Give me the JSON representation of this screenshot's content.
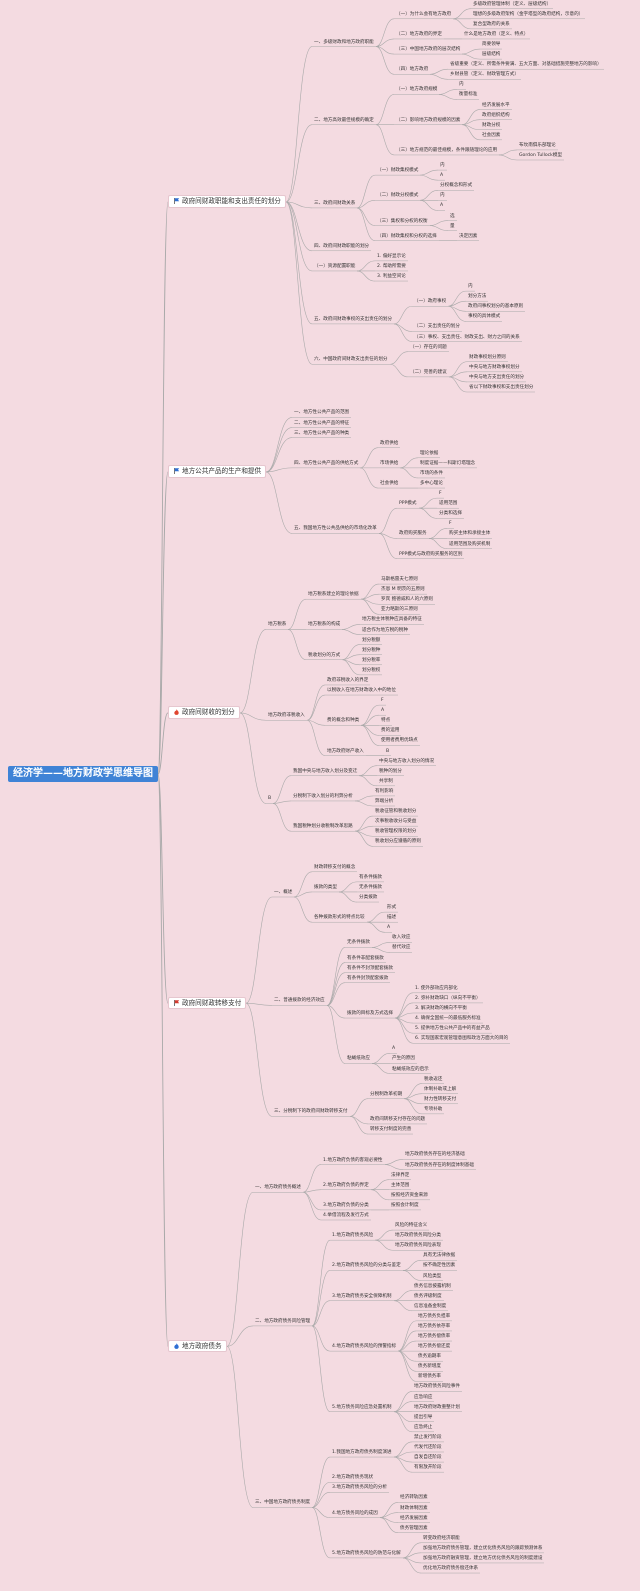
{
  "colors": {
    "background": "#f4dbe1",
    "root": "#3f83d6",
    "line": "#a9a9a9",
    "flag_blue": "#2f6fd3",
    "flag_red": "#d33a2f",
    "fire_red": "#e0452f"
  },
  "mindmap": {
    "label": "经济学——地方财政学思维导图",
    "children": [
      {
        "label": "政府间财政职能和支出责任的划分",
        "icon": "blue-flag-icon",
        "children": [
          {
            "label": "一、多级财政和地方政府职能",
            "children": [
              {
                "label": "（一）为什么会有地方政府",
                "children": [
                  {
                    "label": "多级政府管理体制（定义、层级结构）"
                  },
                  {
                    "label": "理想的多级政府架构（金字塔型的政府结构，示意的）"
                  },
                  {
                    "label": "复合型政府的关系"
                  }
                ]
              },
              {
                "label": "（二）地方政府的界定",
                "children": [
                  {
                    "label": "什么是地方政府（定义、特点）"
                  }
                ]
              },
              {
                "label": "（三）中国地方政府的层次结构",
                "children": [
                  {
                    "label": "简要领导"
                  },
                  {
                    "label": "层级结构"
                  }
                ]
              },
              {
                "label": "（四）地方政府",
                "children": [
                  {
                    "label": "省级重要（定义、所需条件要满、五大方面、对基础措施完整地方的影响）"
                  },
                  {
                    "label": "乡财县管（定义、财政管理方式）"
                  }
                ]
              }
            ]
          },
          {
            "label": "二、地方高效最佳规模的确定",
            "children": [
              {
                "label": "（一）地方政府规模",
                "children": [
                  {
                    "label": "内"
                  },
                  {
                    "label": "衡量标准"
                  }
                ]
              },
              {
                "label": "（二）影响地方政府规模的因素",
                "children": [
                  {
                    "label": "经济发展水平"
                  },
                  {
                    "label": "政府组织结构"
                  },
                  {
                    "label": "财政分权"
                  },
                  {
                    "label": "社会因素"
                  }
                ]
              },
              {
                "label": "（三）地方规范的最佳规模，条件跟随理论的应用",
                "children": [
                  {
                    "label": "布坎南俱乐部理论"
                  },
                  {
                    "label": "Gordon Tullock模型"
                  }
                ]
              }
            ]
          },
          {
            "label": "三、政府间财政关系",
            "children": [
              {
                "label": "（一）财政集权模式",
                "children": [
                  {
                    "label": "内"
                  },
                  {
                    "label": "A"
                  }
                ]
              },
              {
                "label": "（二）财政分权模式",
                "children": [
                  {
                    "label": "分权概念和形式"
                  },
                  {
                    "label": "内"
                  },
                  {
                    "label": "A"
                  }
                ]
              },
              {
                "label": "（三）集权和分权的权衡",
                "children": [
                  {
                    "label": "选"
                  },
                  {
                    "label": "量"
                  }
                ]
              },
              {
                "label": "（四）财政集权和分权的选择",
                "children": [
                  {
                    "label": "决定因素"
                  }
                ]
              }
            ]
          },
          {
            "label": "四、政府间财政职能的划分"
          },
          {
            "label": "（一）资源配置职能",
            "children": [
              {
                "label": "1. 偏好显示论"
              },
              {
                "label": "2. 帮助所需要"
              },
              {
                "label": "3. 利益空间论"
              }
            ]
          },
          {
            "label": "五、政府间财政事权的支出责任的划分",
            "children": [
              {
                "label": "（一）政府事权",
                "children": [
                  {
                    "label": "内"
                  },
                  {
                    "label": "划分方法"
                  },
                  {
                    "label": "政府间事权划分的基本原则"
                  },
                  {
                    "label": "事权的具体模式"
                  }
                ]
              },
              {
                "label": "（二）支出责任的划分"
              },
              {
                "label": "（三）事权、支出责任、财政支出、财力之间的关系"
              }
            ]
          },
          {
            "label": "六、中国政府间财政支出责任的划分",
            "children": [
              {
                "label": "（一）存在的问题"
              },
              {
                "label": "（二）完善的建议",
                "children": [
                  {
                    "label": "财政事权划分原则"
                  },
                  {
                    "label": "中央与地方财政事权划分"
                  },
                  {
                    "label": "中央与地方支出责任的划分"
                  },
                  {
                    "label": "省以下财政事权和支出责任划分"
                  }
                ]
              }
            ]
          }
        ]
      },
      {
        "label": "地方公共产品的生产和提供",
        "icon": "blue-flag-icon",
        "children": [
          {
            "label": "一、地方性公共产品的范围"
          },
          {
            "label": "二、地方性公共产品的特征"
          },
          {
            "label": "三、地方性公共产品的种类"
          },
          {
            "label": "四、地方性公共产品的供给方式",
            "children": [
              {
                "label": "政府供给"
              },
              {
                "label": "市场供给",
                "children": [
                  {
                    "label": "理论依据"
                  },
                  {
                    "label": "制度证据——科斯灯塔理念"
                  },
                  {
                    "label": "市场的条件"
                  }
                ]
              },
              {
                "label": "社会供给",
                "children": [
                  {
                    "label": "多中心理论"
                  }
                ]
              }
            ]
          },
          {
            "label": "五、我国地方性公共品供给的市场化改革",
            "children": [
              {
                "label": "PPP模式",
                "children": [
                  {
                    "label": "F"
                  },
                  {
                    "label": "适用范围"
                  },
                  {
                    "label": "分类和选择"
                  }
                ]
              },
              {
                "label": "政府购买服务",
                "children": [
                  {
                    "label": "F"
                  },
                  {
                    "label": "购买主体和承接主体"
                  },
                  {
                    "label": "适用范围及购买机制"
                  }
                ]
              },
              {
                "label": "PPP模式与政府购买服务的区别"
              }
            ]
          }
        ]
      },
      {
        "label": "政府间财收的划分",
        "icon": "fire-icon",
        "children": [
          {
            "label": "地方税系",
            "children": [
              {
                "label": "地方税系建立的理论依据",
                "children": [
                  {
                    "label": "马斯格雷夫七原则"
                  },
                  {
                    "label": "杰恩 M 明茨的五原则"
                  },
                  {
                    "label": "罗宾 鲍德威和人的六原则"
                  },
                  {
                    "label": "亚力略斯的三原则"
                  }
                ]
              },
              {
                "label": "地方税系的构成",
                "children": [
                  {
                    "label": "地方税主体税种应具备的特征"
                  },
                  {
                    "label": "适合作为地方税的税种"
                  }
                ]
              },
              {
                "label": "税收划分的方式",
                "children": [
                  {
                    "label": "划分税额"
                  },
                  {
                    "label": "划分税种"
                  },
                  {
                    "label": "划分税率"
                  },
                  {
                    "label": "划分税权"
                  }
                ]
              }
            ]
          },
          {
            "label": "地方政府非税收入",
            "children": [
              {
                "label": "政府非税收入的界定"
              },
              {
                "label": "以税收入在地方财政收入中的地位"
              },
              {
                "label": "费的概念和种类",
                "children": [
                  {
                    "label": "F"
                  },
                  {
                    "label": "A"
                  },
                  {
                    "label": "特点"
                  },
                  {
                    "label": "费的运用"
                  },
                  {
                    "label": "使用者费用优缺点"
                  }
                ]
              },
              {
                "label": "地方政府财产收入",
                "children": [
                  {
                    "label": "B"
                  }
                ]
              }
            ]
          },
          {
            "label": "B",
            "children": [
              {
                "label": "我国中央与地方收入划分及变迁",
                "children": [
                  {
                    "label": "中央与地方收入划分的情况"
                  },
                  {
                    "label": "税种的划分"
                  },
                  {
                    "label": "共享制"
                  }
                ]
              },
              {
                "label": "分税制下收入划分的利弊分析",
                "children": [
                  {
                    "label": "有利影响"
                  },
                  {
                    "label": "弊端分析"
                  }
                ]
              },
              {
                "label": "我国税种划分收税制改革思路",
                "children": [
                  {
                    "label": "税收征管和税收划分"
                  },
                  {
                    "label": "次事税收收分与受益"
                  },
                  {
                    "label": "税收管理权限的划分"
                  },
                  {
                    "label": "税收划分应遵循的原则"
                  }
                ]
              }
            ]
          }
        ]
      },
      {
        "label": "政府间财政转移支付",
        "icon": "red-flag-icon",
        "children": [
          {
            "label": "一、概述",
            "children": [
              {
                "label": "财政转移支付的概念"
              },
              {
                "label": "拨款的类型",
                "children": [
                  {
                    "label": "有条件拨款"
                  },
                  {
                    "label": "无条件拨款"
                  },
                  {
                    "label": "分类拨款"
                  }
                ]
              },
              {
                "label": "各种拨款形式的特点比较",
                "children": [
                  {
                    "label": "形式"
                  },
                  {
                    "label": "描述"
                  },
                  {
                    "label": "A"
                  }
                ]
              }
            ]
          },
          {
            "label": "二、普通拨款的经济效应",
            "children": [
              {
                "label": "无条件拨款",
                "children": [
                  {
                    "label": "收入效应"
                  },
                  {
                    "label": "替代效应"
                  }
                ]
              },
              {
                "label": "有条件非配套拨款"
              },
              {
                "label": "有条件不封顶配套拨款"
              },
              {
                "label": "有条件封顶配套拨款"
              },
              {
                "label": "拨款的目标及方式选择",
                "children": [
                  {
                    "label": "1. 使外部效应内部化"
                  },
                  {
                    "label": "2. 弥补财政缺口（纵向不平衡）"
                  },
                  {
                    "label": "3. 解决财政的横向不平衡"
                  },
                  {
                    "label": "4. 确保全国统一的最低服务标准"
                  },
                  {
                    "label": "5. 提供地方性公共产品中的有益产品"
                  },
                  {
                    "label": "6. 实现国家宏观管理意图和政治方面大的目的"
                  }
                ]
              },
              {
                "label": "粘蝇纸效应",
                "children": [
                  {
                    "label": "A"
                  },
                  {
                    "label": "产生的原因"
                  },
                  {
                    "label": "粘蝇纸效应的启示"
                  }
                ]
              }
            ]
          },
          {
            "label": "三、分税制下的政府间财政转移支付",
            "children": [
              {
                "label": "分税制改革初期",
                "children": [
                  {
                    "label": "税收返还"
                  },
                  {
                    "label": "体制补助或上解"
                  },
                  {
                    "label": "财力性转移支付"
                  },
                  {
                    "label": "专项补助"
                  }
                ]
              },
              {
                "label": "政府间转移支付存在的问题"
              },
              {
                "label": "转移支付制度的完善"
              }
            ]
          }
        ]
      },
      {
        "label": "地方政府债务",
        "icon": "fire-blue-icon",
        "children": [
          {
            "label": "一、地方政府债务概述",
            "children": [
              {
                "label": "1.地方政府负债的客观必要性",
                "children": [
                  {
                    "label": "地方政府债务存在的经济基础"
                  },
                  {
                    "label": "地方政府债务存在的制度体制基础"
                  }
                ]
              },
              {
                "label": "2.地方政府负债的界定",
                "children": [
                  {
                    "label": "法律界定"
                  },
                  {
                    "label": "主体范围"
                  },
                  {
                    "label": "按照经济资金来源"
                  }
                ]
              },
              {
                "label": "3.地方政府负债的分类",
                "children": [
                  {
                    "label": "按照会计制度"
                  }
                ]
              },
              {
                "label": "4.举借流程及发行方式"
              }
            ]
          },
          {
            "label": "二、地方政府债务风险管理",
            "children": [
              {
                "label": "1.地方政府债务风险",
                "children": [
                  {
                    "label": "风险的特征含义"
                  },
                  {
                    "label": "地方政府债务风险分类"
                  },
                  {
                    "label": "地方政府债务风险表现"
                  }
                ]
              },
              {
                "label": "2.地方政府债务风险的分类与鉴定",
                "children": [
                  {
                    "label": "具有无法律依据"
                  },
                  {
                    "label": "按不确定性因素"
                  },
                  {
                    "label": "风险类型"
                  }
                ]
              },
              {
                "label": "3.地方政府债务安全保障机制",
                "children": [
                  {
                    "label": "债务信息披露机制"
                  },
                  {
                    "label": "债务评级制度"
                  },
                  {
                    "label": "信息准备金制度"
                  }
                ]
              },
              {
                "label": "4.地方政府债务风险的预警指标",
                "children": [
                  {
                    "label": "地方债务负担率"
                  },
                  {
                    "label": "地方债务依存率"
                  },
                  {
                    "label": "地方债务偿债率"
                  },
                  {
                    "label": "地方债务偿还度"
                  },
                  {
                    "label": "债务逾期率"
                  },
                  {
                    "label": "债务新增度"
                  },
                  {
                    "label": "新增债务率"
                  }
                ]
              },
              {
                "label": "5.地方债务风险应急处置机制",
                "children": [
                  {
                    "label": "地方政府债务风险事件"
                  },
                  {
                    "label": "应急响应"
                  },
                  {
                    "label": "地方政府财政重整计划"
                  },
                  {
                    "label": "提出引导"
                  },
                  {
                    "label": "应急终止"
                  }
                ]
              }
            ]
          },
          {
            "label": "三、中国地方政府债务制度",
            "children": [
              {
                "label": "1.我国地方政府债务制度演进",
                "children": [
                  {
                    "label": "禁止发行阶段"
                  },
                  {
                    "label": "代发代还阶段"
                  },
                  {
                    "label": "自发自还阶段"
                  },
                  {
                    "label": "有限放开阶段"
                  }
                ]
              },
              {
                "label": "2.地方政府债务现状"
              },
              {
                "label": "3.地方政府债务风险的分析"
              },
              {
                "label": "4.地方债务风险的成因",
                "children": [
                  {
                    "label": "经济转轨因素"
                  },
                  {
                    "label": "财政体制因素"
                  },
                  {
                    "label": "经济发展因素"
                  },
                  {
                    "label": "债务管理因素"
                  }
                ]
              },
              {
                "label": "5.地方政府债务风险的防范与化解",
                "children": [
                  {
                    "label": "转变政府经济职能"
                  },
                  {
                    "label": "加强地方政府债务管理，建立优化债务风险的跟踪预测体系"
                  },
                  {
                    "label": "加强地方政府融资管理，建立地方优化债务风险的制度建设"
                  },
                  {
                    "label": "优化地方政府债务偿还体系"
                  }
                ]
              }
            ]
          }
        ]
      }
    ]
  }
}
